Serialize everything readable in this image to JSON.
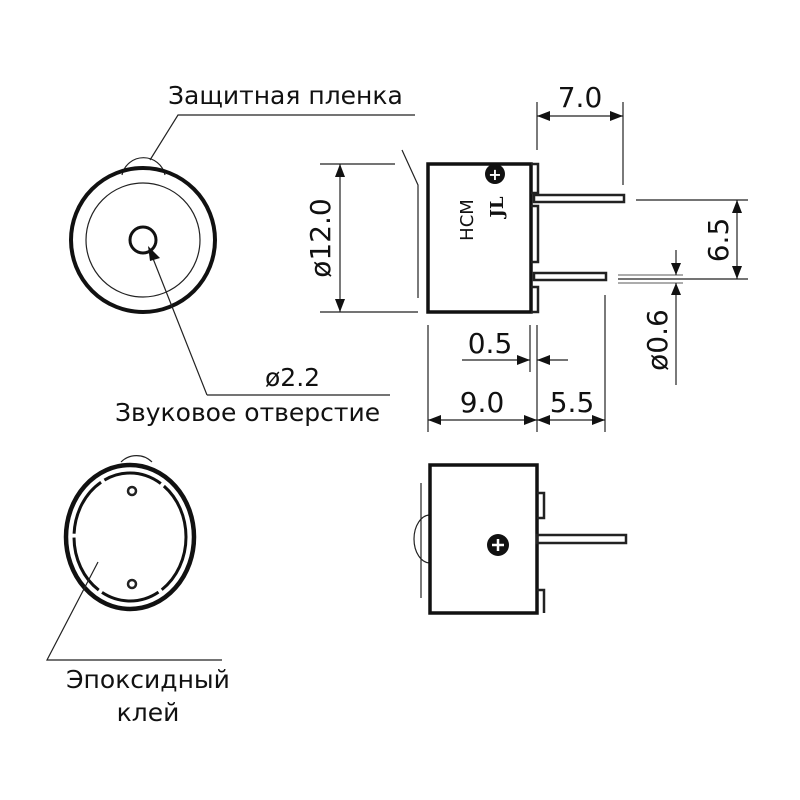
{
  "labels": {
    "protective_film": "Защитная пленка",
    "hole_diameter": "ø2.2",
    "sound_hole": "Звуковое отверстие",
    "epoxy_line1": "Эпоксидный",
    "epoxy_line2": "клей"
  },
  "dimensions": {
    "pin_length": "7.0",
    "diameter": "ø12.0",
    "pin_spacing": "6.5",
    "pin_diameter": "ø0.6",
    "flange": "0.5",
    "height": "9.0",
    "pin_exposed": "5.5"
  },
  "marking": {
    "model": "HCM",
    "brand": "JL",
    "polarity": "+"
  }
}
